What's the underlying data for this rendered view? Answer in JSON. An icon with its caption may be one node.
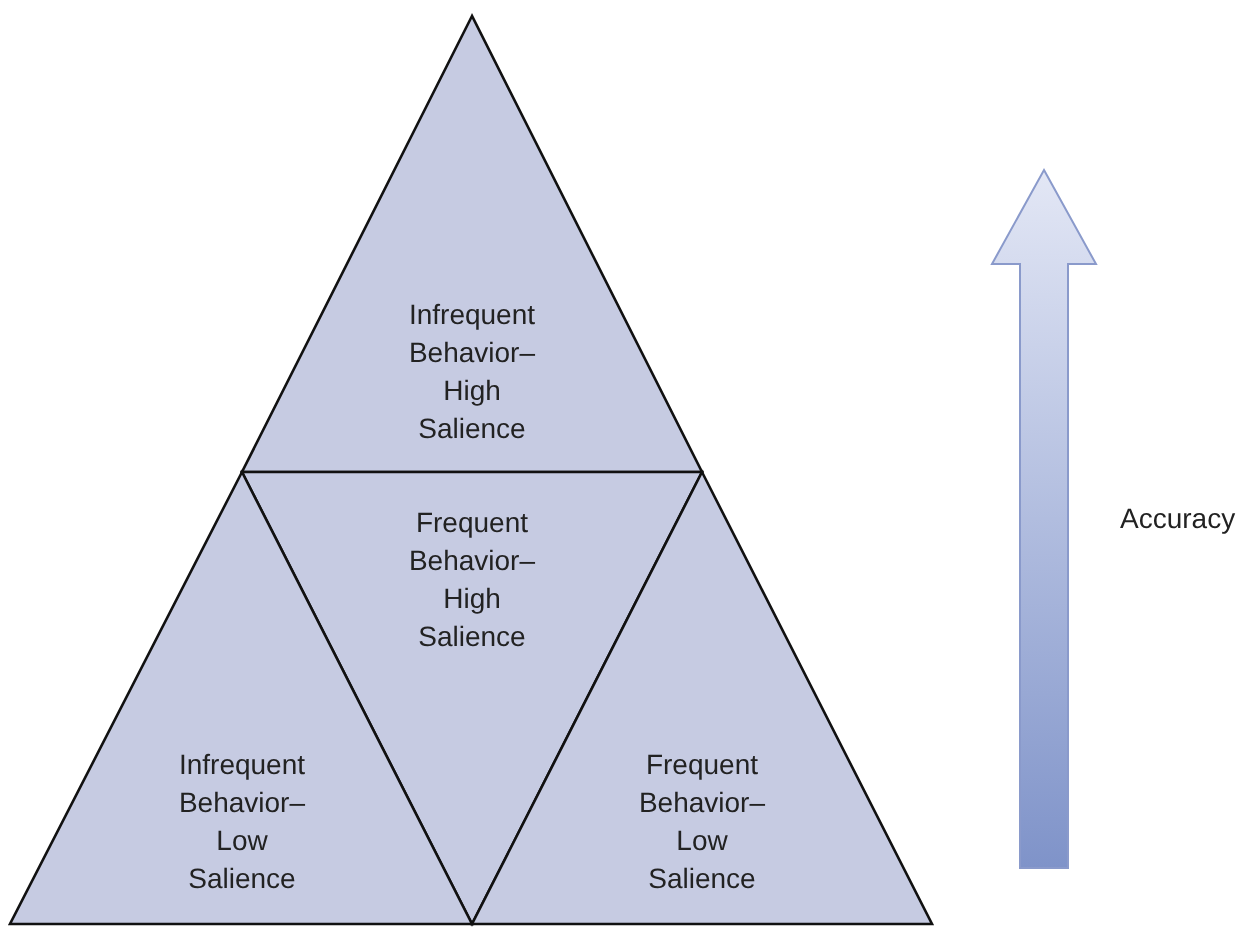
{
  "diagram": {
    "nodes": [
      {
        "text": [
          "Infrequent Behavior– High Salience"
        ]
      },
      {
        "text": [
          "Frequent Behavior– High Salience"
        ]
      },
      {
        "text": [
          "Infrequent Behavior– Low Salience"
        ]
      },
      {
        "text": [
          "Frequent Behavior– Low Salience"
        ]
      }
    ],
    "labels": [
      "Accuracy"
    ]
  }
}
